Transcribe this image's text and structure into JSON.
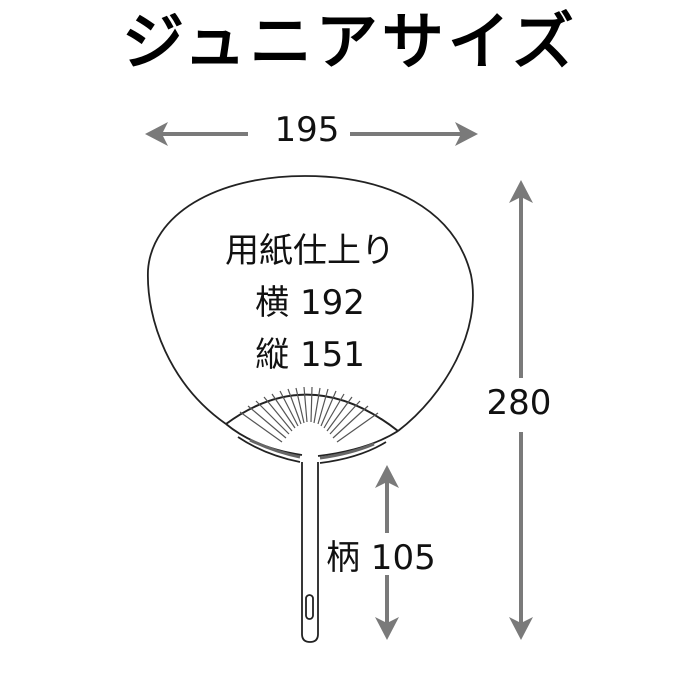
{
  "title": "ジュニアサイズ",
  "dimensions": {
    "width_total": "195",
    "height_total": "280",
    "handle_label": "柄 105"
  },
  "paper": {
    "heading": "用紙仕上り",
    "width_line": "横 192",
    "height_line": "縦 151"
  },
  "colors": {
    "arrow": "#7a7a7a",
    "outline": "#222222",
    "text": "#111111"
  }
}
